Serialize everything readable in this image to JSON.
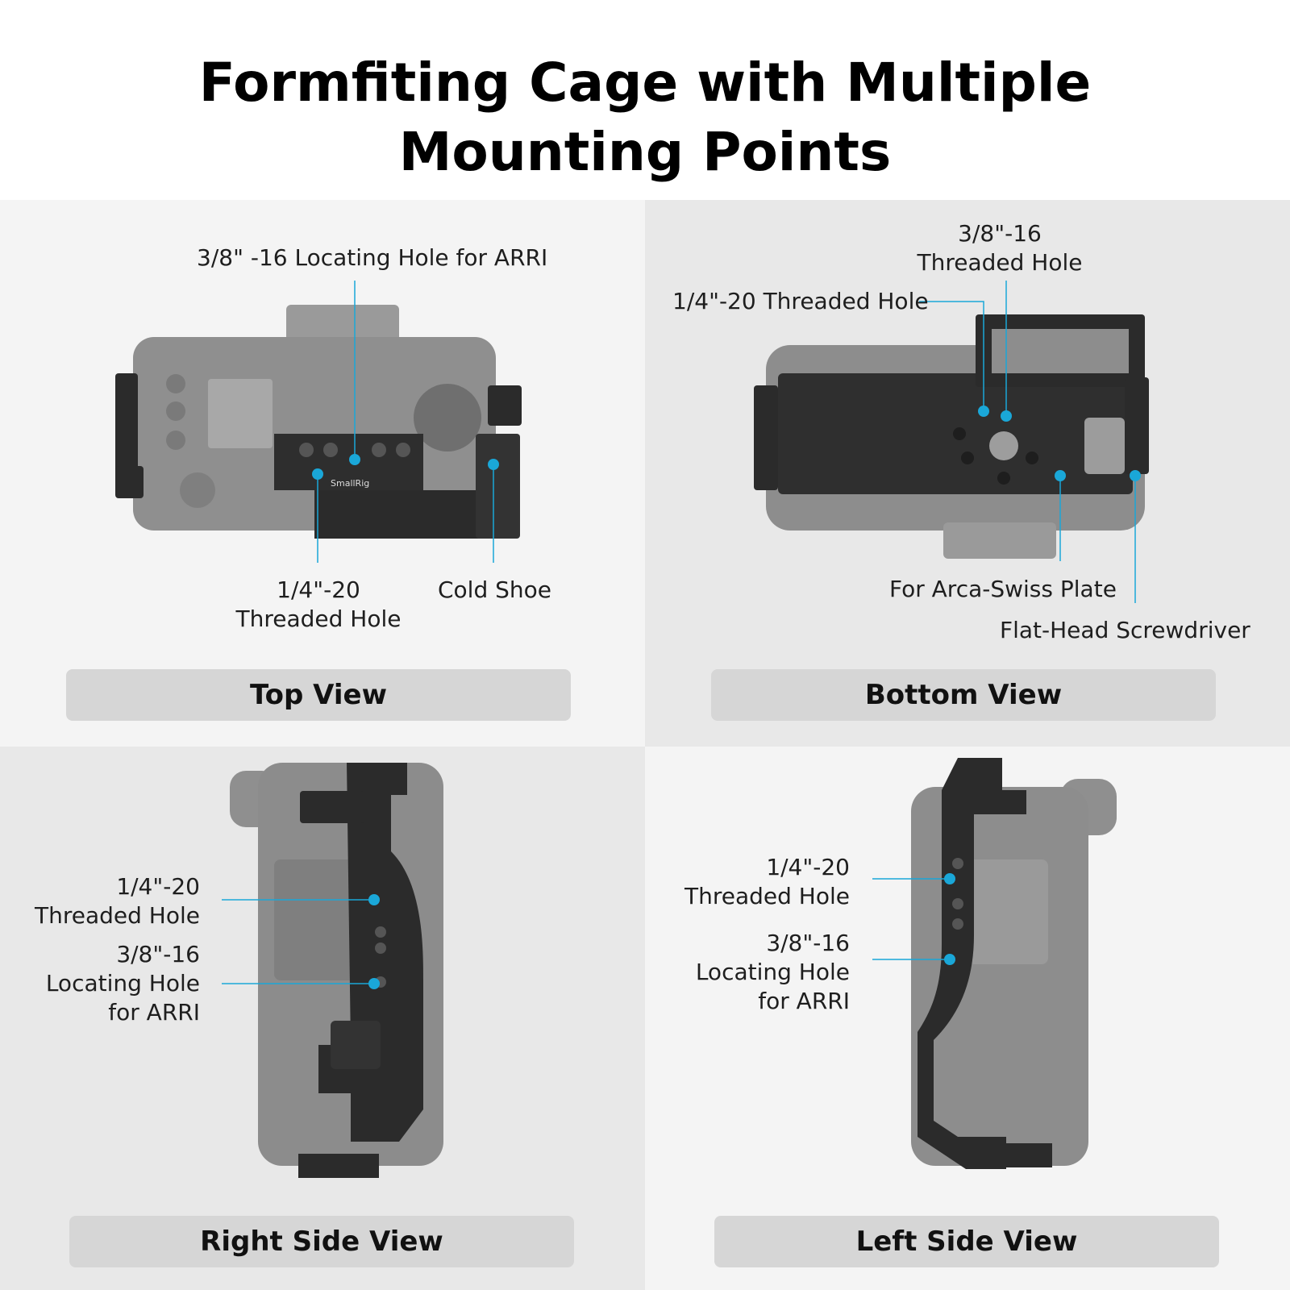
{
  "title": {
    "line1": "Formfiting Cage with Multiple",
    "line2": "Mounting Points"
  },
  "colors": {
    "accent": "#1aa7d8",
    "cage": "#2b2b2b",
    "camera": "#8a8a8a"
  },
  "top_view": {
    "caption": "Top View",
    "label_arri": "3/8\" -16 Locating Hole for ARRI",
    "label_threaded_1": "1/4\"-20",
    "label_threaded_2": "Threaded Hole",
    "label_cold_shoe": "Cold Shoe",
    "brand": "SmallRig"
  },
  "bottom_view": {
    "caption": "Bottom View",
    "label_38_1": "3/8\"-16",
    "label_38_2": "Threaded Hole",
    "label_14": "1/4\"-20 Threaded Hole",
    "label_arca": "For Arca-Swiss Plate",
    "label_screwdriver": "Flat-Head Screwdriver"
  },
  "right_view": {
    "caption": "Right Side View",
    "label_14_1": "1/4\"-20",
    "label_14_2": "Threaded Hole",
    "label_38_1": "3/8\"-16",
    "label_38_2": "Locating Hole",
    "label_38_3": "for ARRI"
  },
  "left_view": {
    "caption": "Left Side View",
    "label_14_1": "1/4\"-20",
    "label_14_2": "Threaded Hole",
    "label_38_1": "3/8\"-16",
    "label_38_2": "Locating Hole",
    "label_38_3": "for ARRI"
  }
}
